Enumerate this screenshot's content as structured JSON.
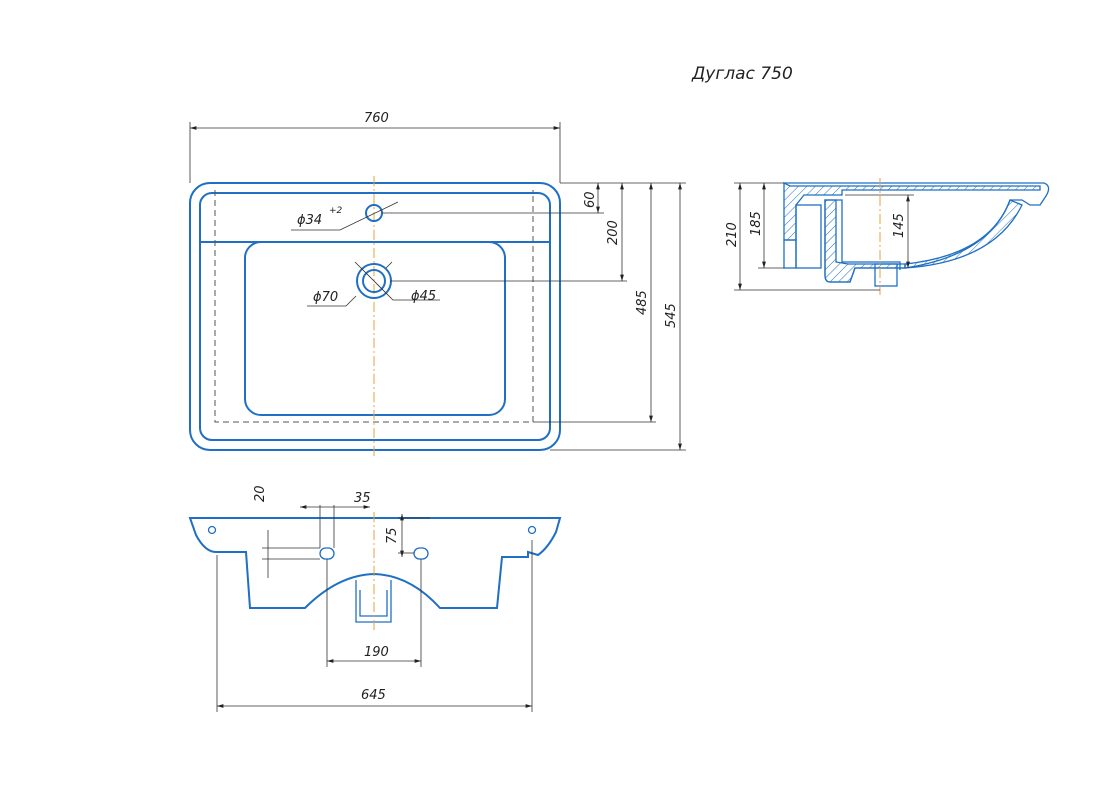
{
  "title": "Дуглас 750",
  "top_view": {
    "width": "760",
    "tap_hole": "ϕ34",
    "tap_hole_tol": "+2",
    "drain_outer": "ϕ70",
    "drain_inner": "ϕ45",
    "dim_60": "60",
    "dim_200": "200",
    "dim_485": "485",
    "dim_545": "545"
  },
  "side_view": {
    "dim_210": "210",
    "dim_185": "185",
    "dim_145": "145"
  },
  "front_view": {
    "dim_20": "20",
    "dim_35": "35",
    "dim_75": "75",
    "dim_190": "190",
    "dim_645": "645"
  },
  "colors": {
    "outline": "#1f6fc4",
    "centerline": "#e8a040"
  }
}
